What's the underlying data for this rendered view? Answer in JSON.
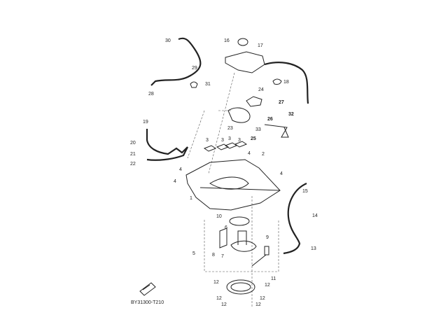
{
  "diagram": {
    "code": "BY31300-T210",
    "callouts": {
      "c1": "1",
      "c2": "2",
      "c3a": "3",
      "c3b": "3",
      "c3c": "3",
      "c3d": "3",
      "c4a": "4",
      "c4b": "4",
      "c4c": "4",
      "c4d": "4",
      "c5": "5",
      "c6": "6",
      "c7": "7",
      "c8": "8",
      "c9": "9",
      "c10": "10",
      "c11": "11",
      "c12a": "12",
      "c12b": "12",
      "c12c": "12",
      "c12d": "12",
      "c12e": "12",
      "c12f": "12",
      "c13": "13",
      "c14": "14",
      "c15": "15",
      "c16": "16",
      "c17": "17",
      "c18": "18",
      "c19": "19",
      "c20": "20",
      "c21": "21",
      "c22": "22",
      "c23": "23",
      "c24": "24",
      "c25": "25",
      "c26": "26",
      "c27": "27",
      "c28": "28",
      "c29": "29",
      "c30": "30",
      "c31": "31",
      "c32": "32",
      "c33": "33"
    }
  }
}
